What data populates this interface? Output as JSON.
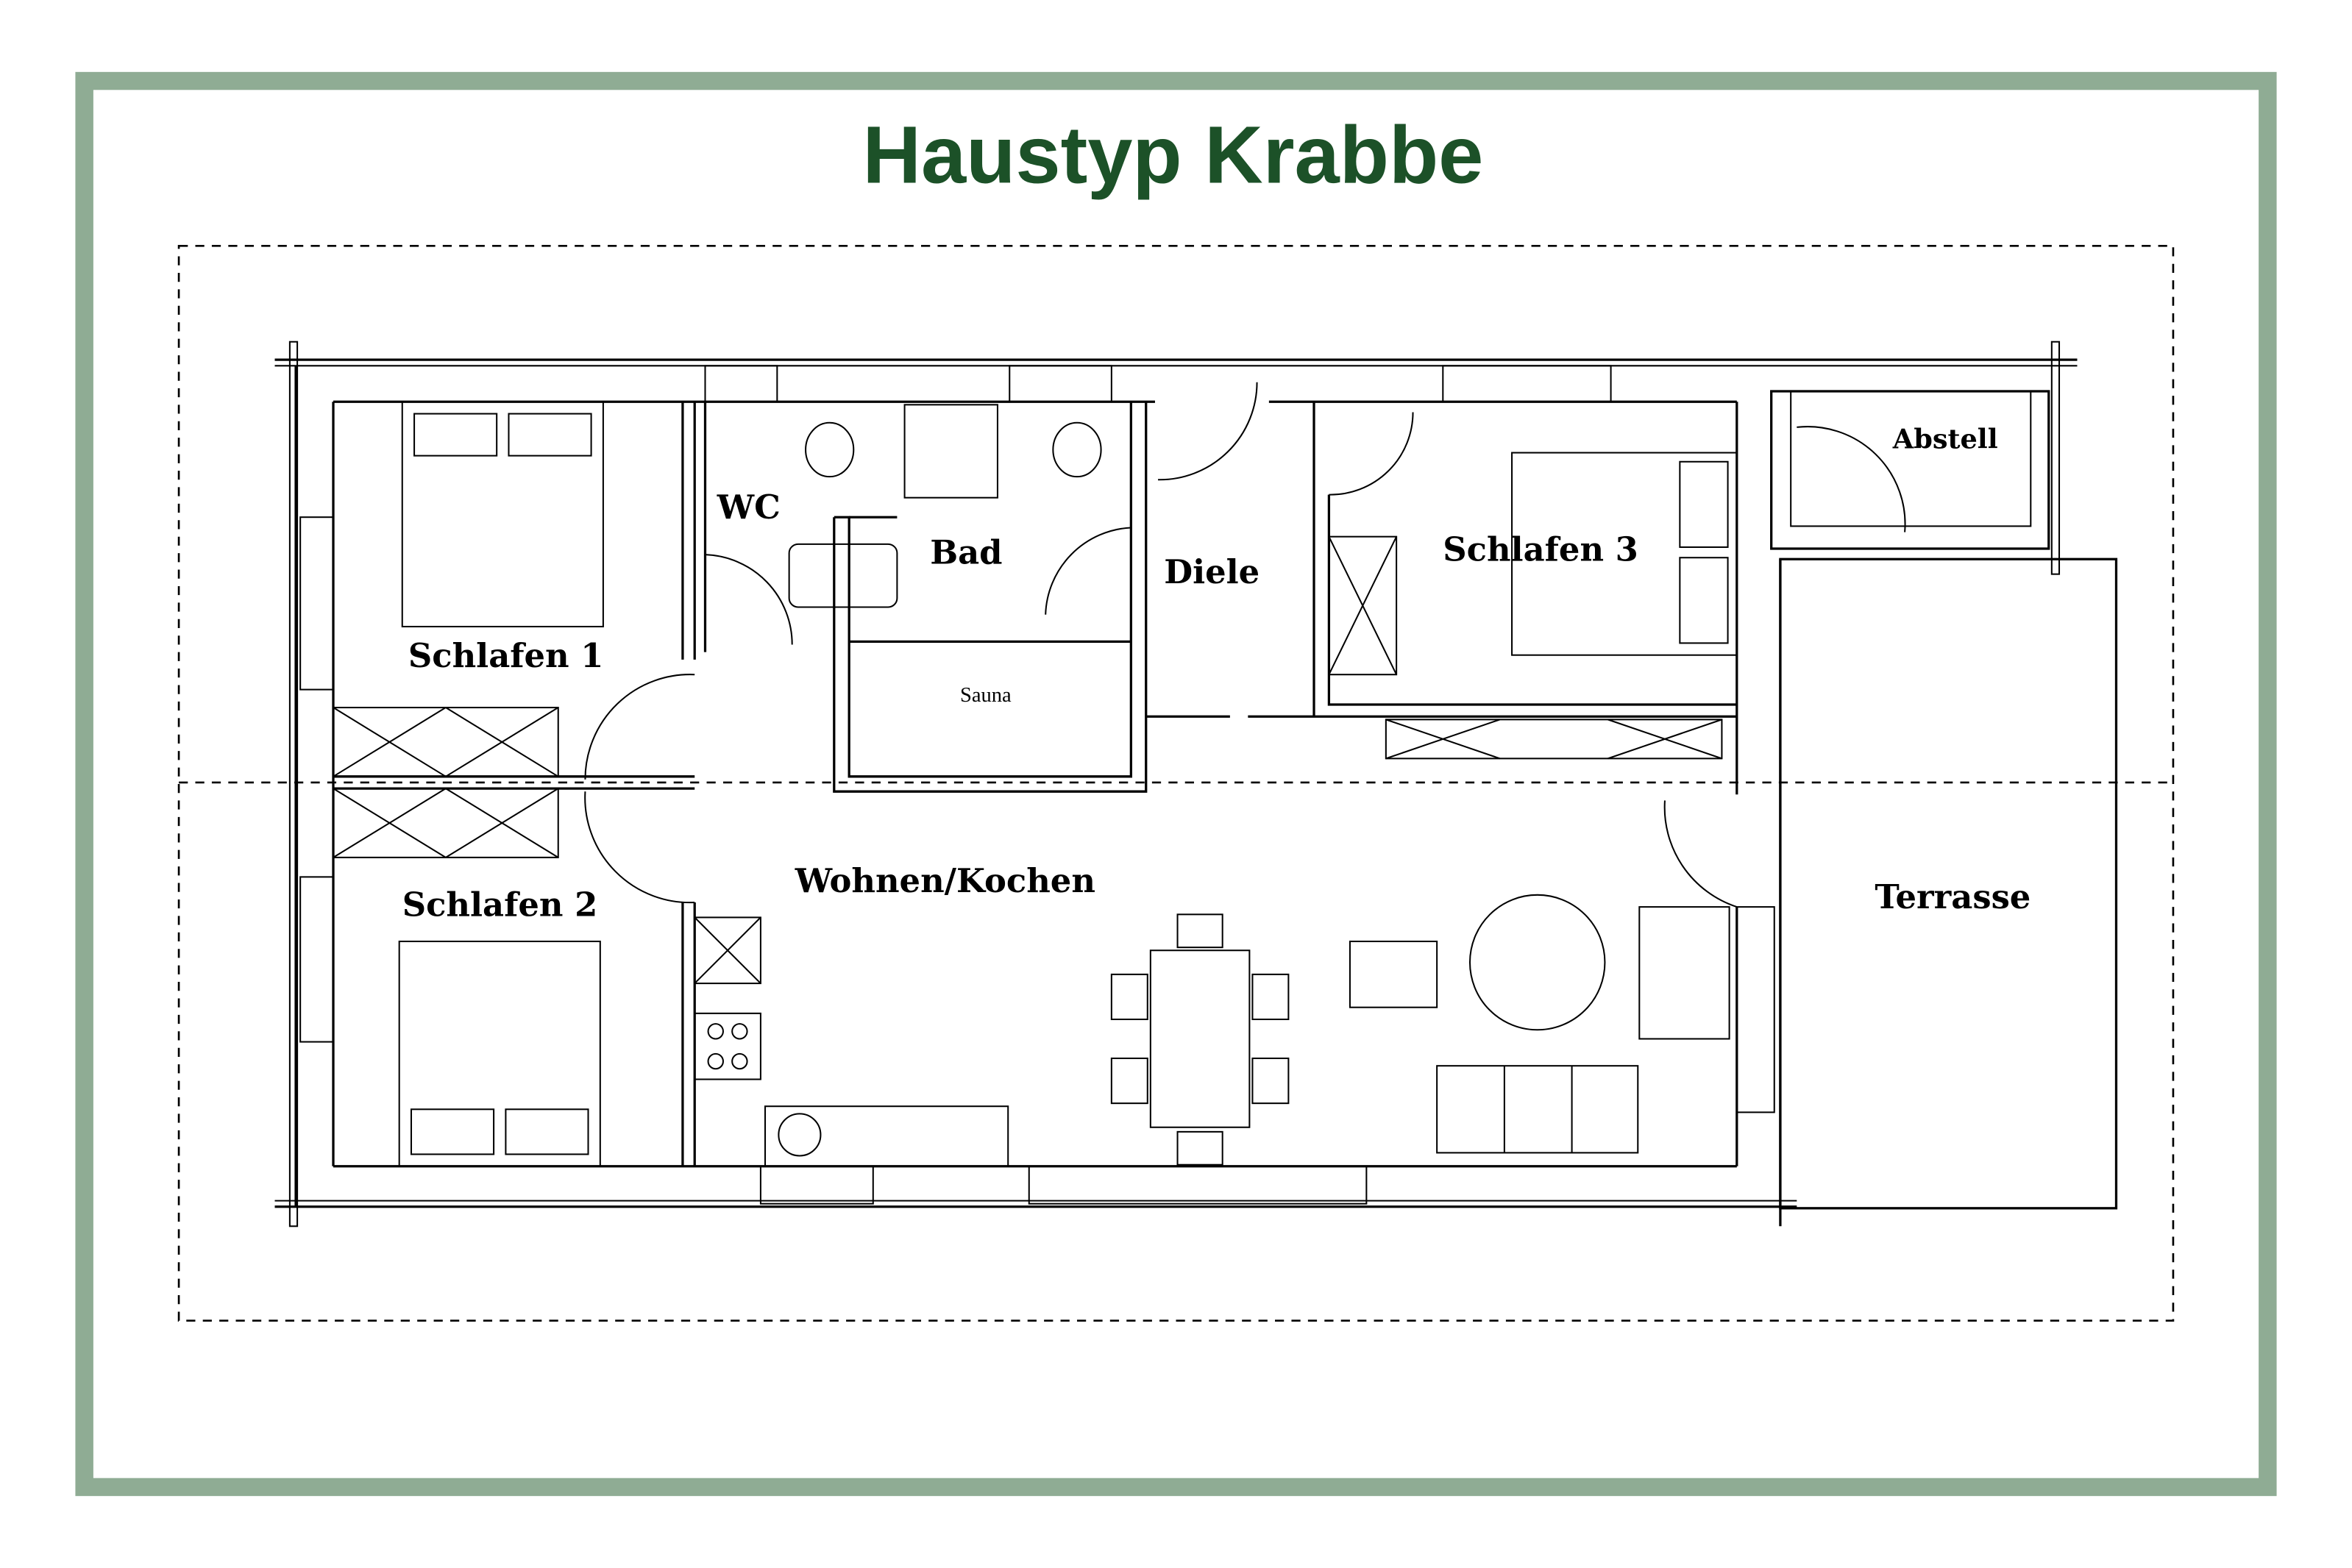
{
  "title": "Haustyp Krabbe",
  "colors": {
    "frame": "#8fac94",
    "title": "#1c5128",
    "lines": "#000000"
  },
  "rooms": {
    "schlafen1": "Schlafen 1",
    "schlafen2": "Schlafen 2",
    "schlafen3": "Schlafen 3",
    "wc": "WC",
    "bad": "Bad",
    "sauna": "Sauna",
    "diele": "Diele",
    "abstell": "Abstell",
    "wohnen": "Wohnen/Kochen",
    "terrasse": "Terrasse"
  }
}
